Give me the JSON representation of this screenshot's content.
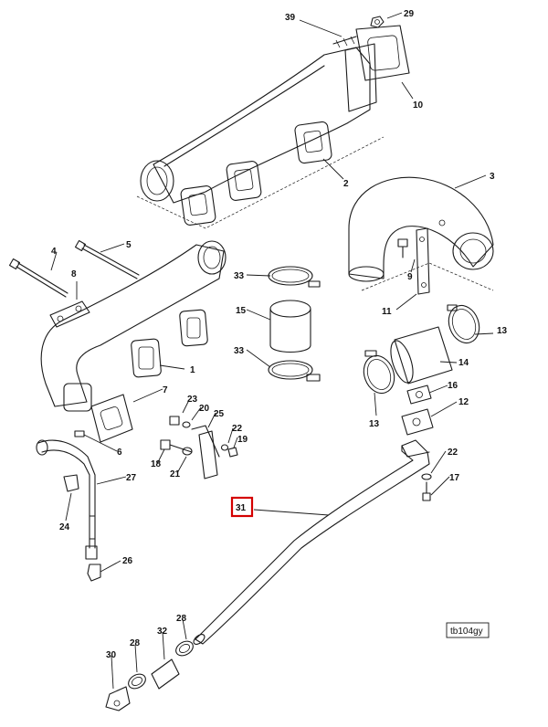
{
  "figure_id": "tb104gy",
  "highlighted_callout": "31",
  "callouts": [
    {
      "id": "39",
      "label": "39"
    },
    {
      "id": "29",
      "label": "29"
    },
    {
      "id": "10",
      "label": "10"
    },
    {
      "id": "2",
      "label": "2"
    },
    {
      "id": "3",
      "label": "3"
    },
    {
      "id": "4",
      "label": "4"
    },
    {
      "id": "5",
      "label": "5"
    },
    {
      "id": "8",
      "label": "8"
    },
    {
      "id": "9",
      "label": "9"
    },
    {
      "id": "11",
      "label": "11"
    },
    {
      "id": "33a",
      "label": "33"
    },
    {
      "id": "15",
      "label": "15"
    },
    {
      "id": "33b",
      "label": "33"
    },
    {
      "id": "13a",
      "label": "13"
    },
    {
      "id": "14",
      "label": "14"
    },
    {
      "id": "1",
      "label": "1"
    },
    {
      "id": "7",
      "label": "7"
    },
    {
      "id": "23",
      "label": "23"
    },
    {
      "id": "20",
      "label": "20"
    },
    {
      "id": "25",
      "label": "25"
    },
    {
      "id": "16",
      "label": "16"
    },
    {
      "id": "12",
      "label": "12"
    },
    {
      "id": "13b",
      "label": "13"
    },
    {
      "id": "22a",
      "label": "22"
    },
    {
      "id": "19",
      "label": "19"
    },
    {
      "id": "6",
      "label": "6"
    },
    {
      "id": "18",
      "label": "18"
    },
    {
      "id": "21",
      "label": "21"
    },
    {
      "id": "27",
      "label": "27"
    },
    {
      "id": "22b",
      "label": "22"
    },
    {
      "id": "17",
      "label": "17"
    },
    {
      "id": "24",
      "label": "24"
    },
    {
      "id": "31",
      "label": "31"
    },
    {
      "id": "26",
      "label": "26"
    },
    {
      "id": "28a",
      "label": "28"
    },
    {
      "id": "32",
      "label": "32"
    },
    {
      "id": "28b",
      "label": "28"
    },
    {
      "id": "30",
      "label": "30"
    }
  ],
  "colors": {
    "line": "#1a1a1a",
    "highlight": "#d40000",
    "background": "#ffffff"
  }
}
